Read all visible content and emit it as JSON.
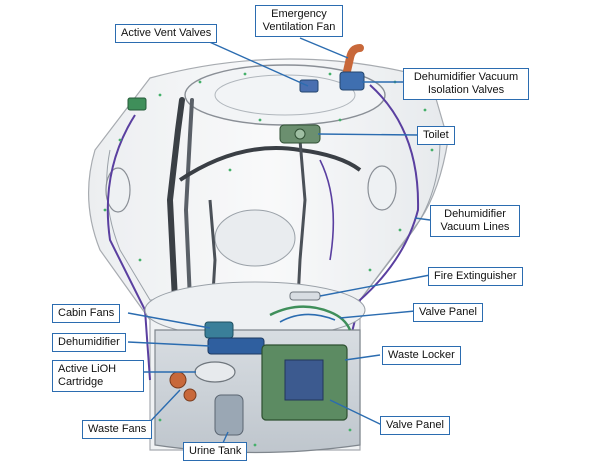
{
  "labels": {
    "active_vent_valves": "Active Vent Valves",
    "emergency_ventilation_fan_line1": "Emergency",
    "emergency_ventilation_fan_line2": "Ventilation Fan",
    "dehumidifier_vacuum_isolation_valves_line1": "Dehumidifier Vacuum",
    "dehumidifier_vacuum_isolation_valves_line2": "Isolation Valves",
    "toilet": "Toilet",
    "dehumidifier_vacuum_lines_line1": "Dehumidifier",
    "dehumidifier_vacuum_lines_line2": "Vacuum Lines",
    "fire_extinguisher": "Fire Extinguisher",
    "valve_panel_upper": "Valve Panel",
    "cabin_fans": "Cabin Fans",
    "dehumidifier": "Dehumidifier",
    "active_lioh_cartridge_line1": "Active LiOH",
    "active_lioh_cartridge_line2": "Cartridge",
    "waste_locker": "Waste Locker",
    "waste_fans": "Waste Fans",
    "urine_tank": "Urine Tank",
    "valve_panel_lower": "Valve Panel"
  },
  "colors": {
    "callout_border": "#2b6cb0",
    "leader_line": "#2b6cb0",
    "capsule_outline": "#8a8f96",
    "wire_purple": "#5a3fa0",
    "pipe_dark": "#3a3f45",
    "equipment_green": "#3f8f5a",
    "fan_orange": "#c8683a"
  }
}
